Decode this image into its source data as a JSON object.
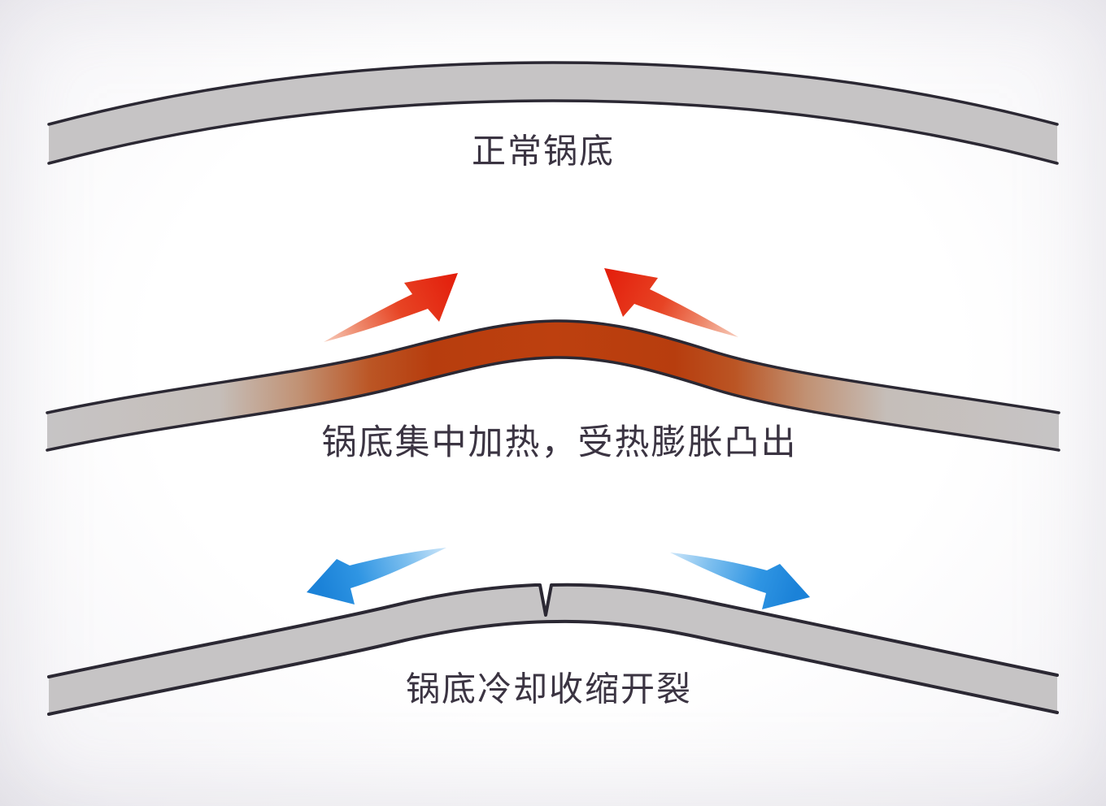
{
  "diagram": {
    "subject": "pan-bottom thermal deformation illustration",
    "stages": [
      {
        "id": "normal",
        "label": "正常锅底"
      },
      {
        "id": "heated",
        "label": "锅底集中加热，受热膨胀凸出"
      },
      {
        "id": "cracked",
        "label": "锅底冷却收缩开裂"
      }
    ],
    "icons": [
      {
        "name": "expansion-arrow-up-left-icon",
        "meaning": "heat expansion arrow (red), points up-right from heated bulge"
      },
      {
        "name": "expansion-arrow-up-right-icon",
        "meaning": "heat expansion arrow (red), points up-left from heated bulge"
      },
      {
        "name": "contraction-arrow-left-icon",
        "meaning": "cooling contraction arrow (blue), points down-left"
      },
      {
        "name": "contraction-arrow-right-icon",
        "meaning": "cooling contraction arrow (blue), points down-right"
      },
      {
        "name": "crack-notch",
        "meaning": "V-shaped crack in cooled pan bottom"
      }
    ],
    "colors": {
      "band_gray": "#c6c4c5",
      "band_outline": "#2b2833",
      "heated_center_red": "#b73d0e",
      "expansion_arrow_red": "#e31d0b",
      "contraction_arrow_blue": "#1b82d8",
      "label_text": "#3b3442",
      "background": "#f7f6f8"
    }
  }
}
